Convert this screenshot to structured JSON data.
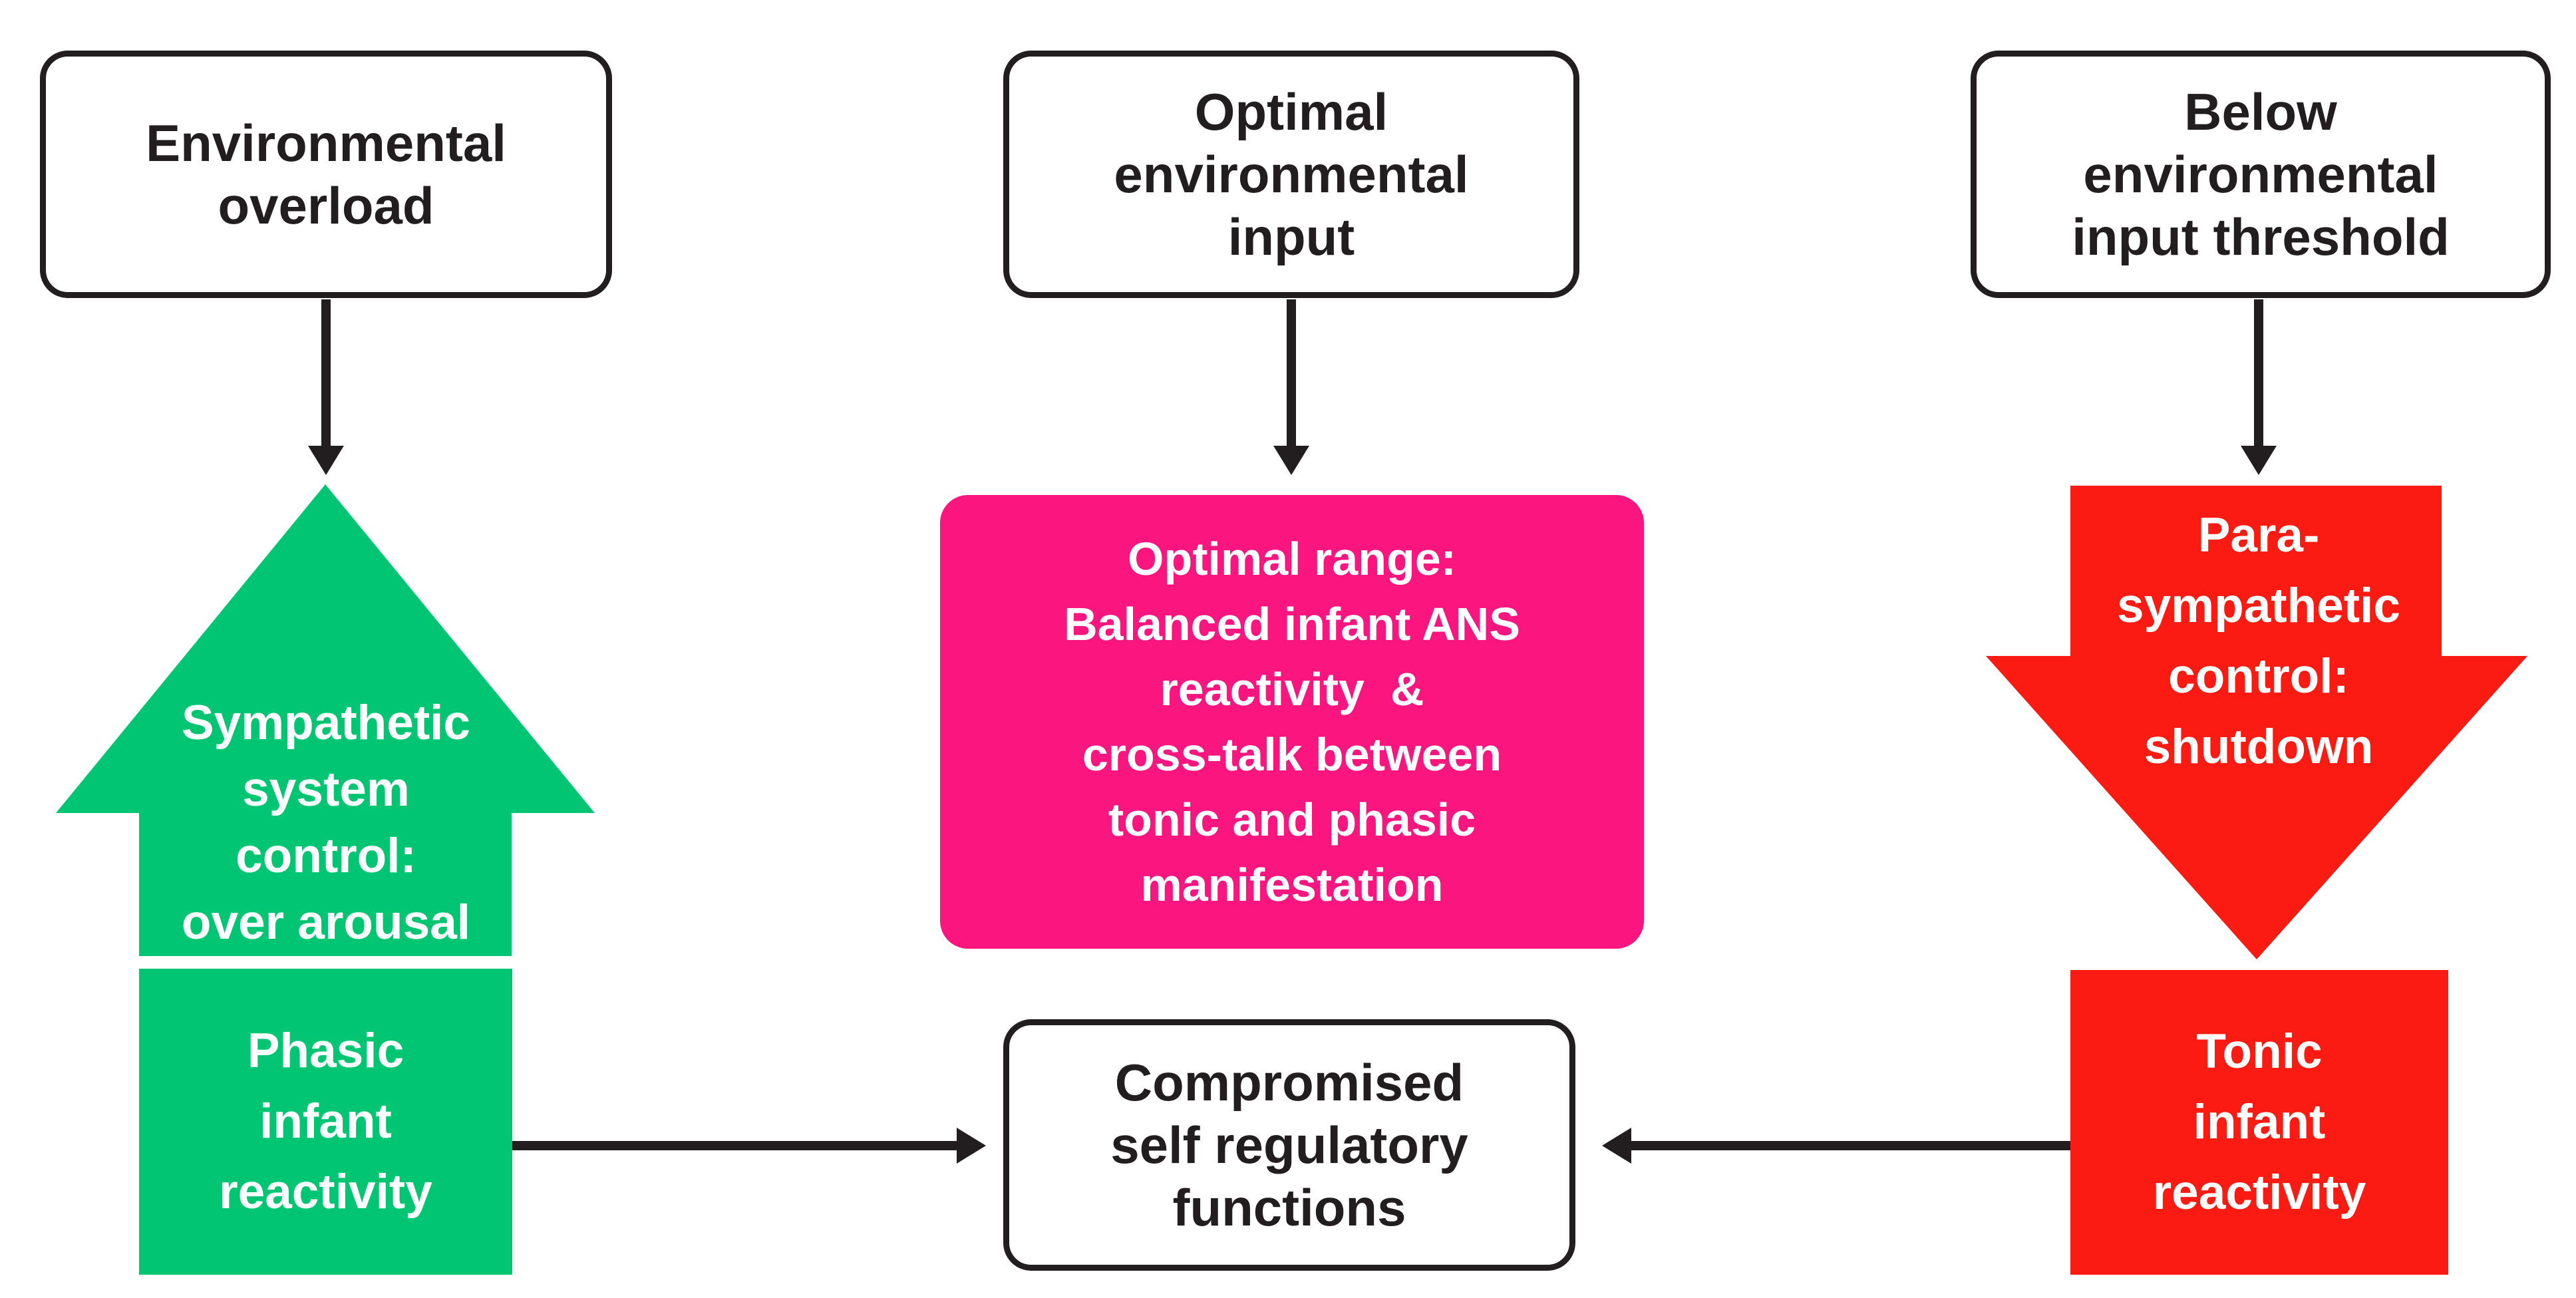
{
  "top_row": {
    "left_box_label": "Environmental\noverload",
    "center_box_label": "Optimal\nenvironmental\ninput",
    "right_box_label": "Below\nenvironmental\ninput threshold"
  },
  "middle_row": {
    "green_arrow_label": "Sympathetic\nsystem\ncontrol:\nover arousal",
    "magenta_box_label": "Optimal range:\nBalanced infant ANS\nreactivity  &\ncross-talk between\ntonic and phasic\nmanifestation",
    "red_arrow_label": "Para-\nsympathetic\ncontrol:\nshutdown"
  },
  "bottom_row": {
    "green_box_label": "Phasic\ninfant\nreactivity",
    "center_box_label": "Compromised\nself regulatory\nfunctions",
    "red_box_label": "Tonic\ninfant\nreactivity"
  },
  "colors": {
    "green": "#02C573",
    "magenta": "#FA157F",
    "red": "#FC1B12",
    "ink": "#221E1F"
  }
}
